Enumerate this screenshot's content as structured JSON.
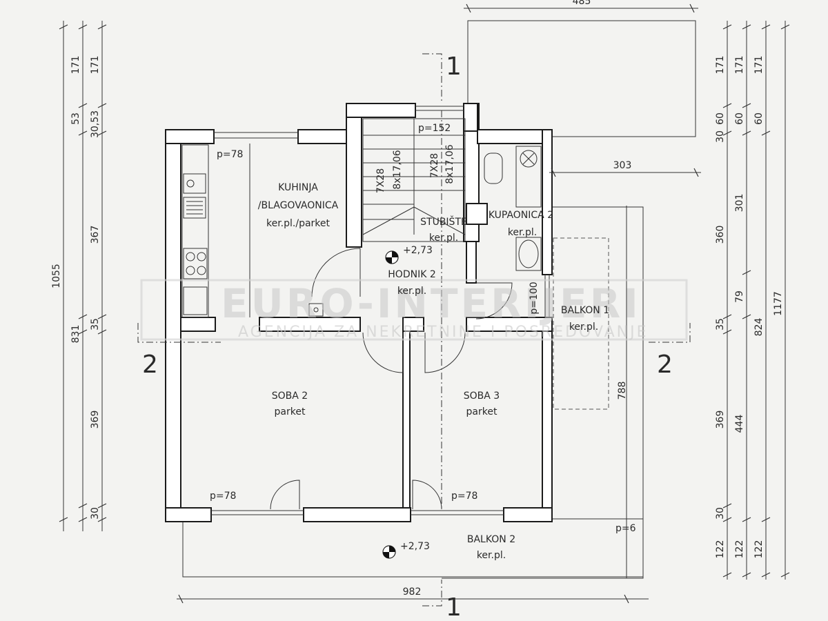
{
  "rooms": {
    "kitchen": {
      "name": "KUHINJA",
      "name2": "/BLAGOVAONICA",
      "floor": "ker.pl./parket",
      "p": "p=78"
    },
    "stairs": {
      "name": "STUBIŠTE",
      "floor": "ker.pl.",
      "p": "p=152",
      "run_a1": "7X28",
      "run_a2": "8x17,06",
      "run_b1": "7X28",
      "run_b2": "8x17,06"
    },
    "bath": {
      "name": "KUPAONICA 2",
      "floor": "ker.pl."
    },
    "hall": {
      "name": "HODNIK 2",
      "floor": "ker.pl.",
      "level": "+2,73",
      "door": "p=100"
    },
    "balcony1": {
      "name": "BALKON 1",
      "floor": "ker.pl."
    },
    "room2": {
      "name": "SOBA 2",
      "floor": "parket",
      "p": "p=78"
    },
    "room3": {
      "name": "SOBA 3",
      "floor": "parket",
      "p": "p=78"
    },
    "balcony2": {
      "name": "BALKON 2",
      "floor": "ker.pl.",
      "level": "+2,73",
      "p": "p=6"
    }
  },
  "sections": {
    "cut1": "1",
    "cut2": "2"
  },
  "watermark": {
    "title": "EURO-INTERIJERI",
    "subtitle": "AGENCIJA ZA NEKRETNINE I POSREDOVANJE"
  },
  "dimensions": {
    "top": "485",
    "bottom": "982",
    "right_303": "303",
    "balcony_788": "788",
    "left_total": "1055",
    "left_831": "831",
    "left_a": [
      "171",
      "53",
      "367",
      "35",
      "369",
      "30"
    ],
    "left_b": [
      "171",
      "30,53",
      "35",
      "30"
    ],
    "right_total": "1177",
    "right_824": "824",
    "right_a": [
      "171",
      "30",
      "60",
      "360",
      "35",
      "369",
      "30",
      "122"
    ],
    "right_b": [
      "171",
      "60",
      "301",
      "79",
      "444",
      "122"
    ],
    "right_c": [
      "171",
      "60",
      "122"
    ]
  }
}
